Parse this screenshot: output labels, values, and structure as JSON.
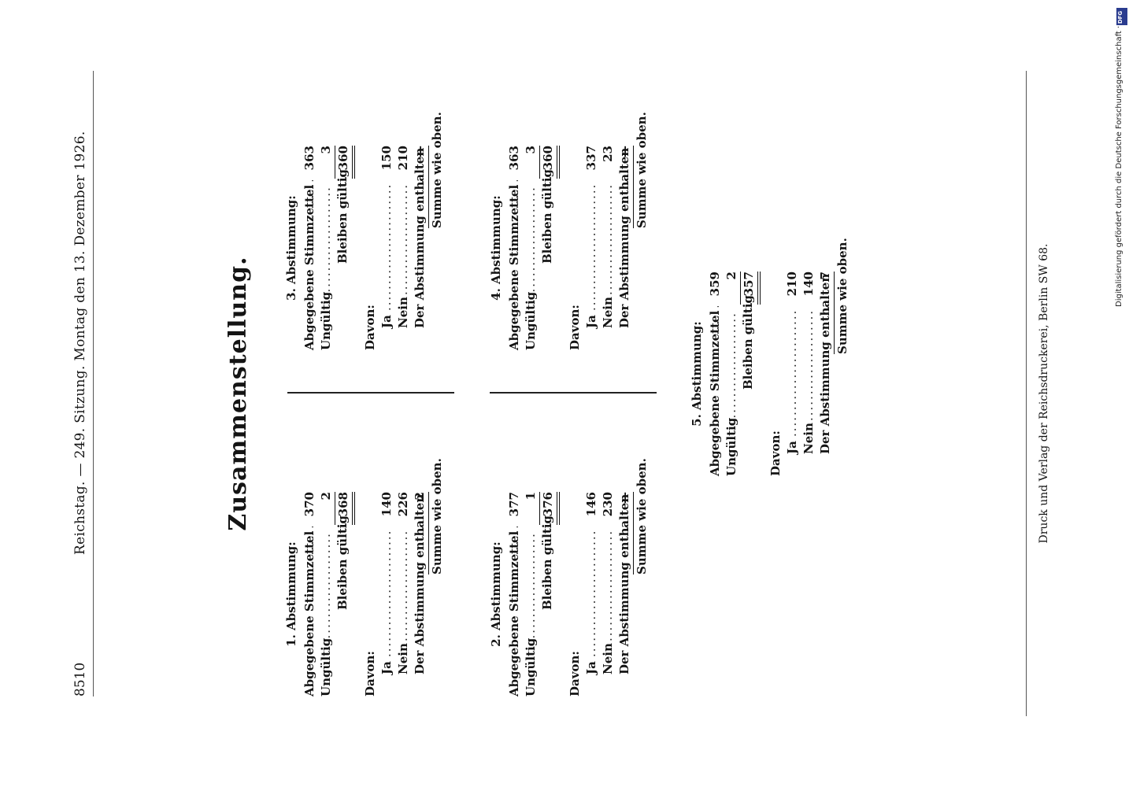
{
  "header": {
    "page_number": "8510",
    "running_head": "Reichstag. — 249. Sitzung. Montag den 13. Dezember 1926."
  },
  "title": "Zusammenstellung.",
  "labels": {
    "abgegeben": "Abgegebene Stimmzettel",
    "ungueltig": "Ungültig",
    "bleiben": "Bleiben gültig",
    "davon": "Davon:",
    "ja": "Ja",
    "nein": "Nein",
    "enthalten": "Der Abstimmung enthalten",
    "summe": "Summe wie oben."
  },
  "votes": [
    {
      "heading": "1. Abstimmung:",
      "abgegeben": "370",
      "ungueltig": "2",
      "gueltig": "368",
      "ja": "140",
      "nein": "226",
      "enthalten": "2"
    },
    {
      "heading": "2. Abstimmung:",
      "abgegeben": "377",
      "ungueltig": "1",
      "gueltig": "376",
      "ja": "146",
      "nein": "230",
      "enthalten": "—"
    },
    {
      "heading": "3. Abstimmung:",
      "abgegeben": "363",
      "ungueltig": "3",
      "gueltig": "360",
      "ja": "150",
      "nein": "210",
      "enthalten": "—"
    },
    {
      "heading": "4. Abstimmung:",
      "abgegeben": "363",
      "ungueltig": "3",
      "gueltig": "360",
      "ja": "337",
      "nein": "23",
      "enthalten": "—"
    },
    {
      "heading": "5. Abstimmung:",
      "abgegeben": "359",
      "ungueltig": "2",
      "gueltig": "357",
      "ja": "210",
      "nein": "140",
      "enthalten": "7"
    }
  ],
  "footer": "Druck und Verlag der Reichsdruckerei, Berlin SW 68.",
  "sidebar_credit": "Digitalisierung gefördert durch die Deutsche Forschungsgemeinschaft ·",
  "logo_text": "DFG"
}
